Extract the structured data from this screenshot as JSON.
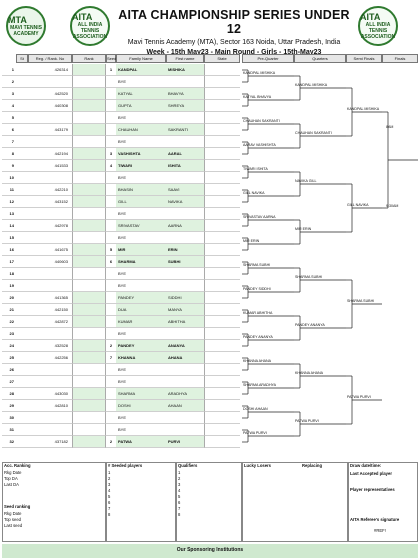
{
  "header": {
    "logo_left": "MTA",
    "logo_left_sub": "MAVI TENNIS ACADEMY",
    "logo_mid": "AITA",
    "logo_mid_sub": "ALL INDIA TENNIS ASSOCIATION",
    "logo_right": "AITA",
    "logo_right_sub": "ALL INDIA TENNIS ASSOCIATION",
    "title": "AITA CHAMPIONSHIP SERIES UNDER 12",
    "venue": "Mavi Tennis Academy (MTA), Sector 163 Noida, Uttar Pradesh, India",
    "subtitle": "Week - 15th May23 - Main Round - Girls - 15th-May23"
  },
  "columns": {
    "st": "St",
    "reg": "Reg. / Rank. No",
    "rank": "Rank",
    "seed": "Seed",
    "family": "Family Name",
    "first": "First name",
    "state": "State",
    "r1": "Pre-Quarter",
    "r2": "Quarters",
    "r3": "Semi Finals",
    "r4": "Finals"
  },
  "rows": [
    {
      "n": "1",
      "reg": "426314",
      "seed": "1",
      "family": "KANDPAL",
      "first": "MISHIKA"
    },
    {
      "n": "2",
      "reg": "",
      "seed": "",
      "family": "BYE",
      "first": ""
    },
    {
      "n": "3",
      "reg": "442520",
      "seed": "",
      "family": "KATYAL",
      "first": "BHAVYA"
    },
    {
      "n": "4",
      "reg": "440308",
      "seed": "",
      "family": "GUPTA",
      "first": "SHREYA"
    },
    {
      "n": "5",
      "reg": "",
      "seed": "",
      "family": "BYE",
      "first": ""
    },
    {
      "n": "6",
      "reg": "443179",
      "seed": "",
      "family": "CHAUHAN",
      "first": "SAKRANTI"
    },
    {
      "n": "7",
      "reg": "",
      "seed": "",
      "family": "BYE",
      "first": ""
    },
    {
      "n": "8",
      "reg": "442194",
      "seed": "3",
      "family": "VASHISHTA",
      "first": "AARAL"
    },
    {
      "n": "9",
      "reg": "441533",
      "seed": "4",
      "family": "TIWARI",
      "first": "ISHITA"
    },
    {
      "n": "10",
      "reg": "",
      "seed": "",
      "family": "BYE",
      "first": ""
    },
    {
      "n": "11",
      "reg": "442210",
      "seed": "",
      "family": "BHASIN",
      "first": "SAAVI"
    },
    {
      "n": "12",
      "reg": "443152",
      "seed": "",
      "family": "GILL",
      "first": "NAVIKA"
    },
    {
      "n": "13",
      "reg": "",
      "seed": "",
      "family": "BYE",
      "first": ""
    },
    {
      "n": "14",
      "reg": "442978",
      "seed": "",
      "family": "SRIVASTAV",
      "first": "AARNA"
    },
    {
      "n": "15",
      "reg": "",
      "seed": "",
      "family": "BYE",
      "first": ""
    },
    {
      "n": "16",
      "reg": "441675",
      "seed": "5",
      "family": "MIR",
      "first": "ERIN"
    },
    {
      "n": "17",
      "reg": "440603",
      "seed": "6",
      "family": "SHARMA",
      "first": "SUBHI"
    },
    {
      "n": "18",
      "reg": "",
      "seed": "",
      "family": "BYE",
      "first": ""
    },
    {
      "n": "19",
      "reg": "",
      "seed": "",
      "family": "BYE",
      "first": ""
    },
    {
      "n": "20",
      "reg": "441365",
      "seed": "",
      "family": "PANDEY",
      "first": "SIDDHI"
    },
    {
      "n": "21",
      "reg": "442150",
      "seed": "",
      "family": "DUA",
      "first": "MANYA"
    },
    {
      "n": "22",
      "reg": "442872",
      "seed": "",
      "family": "KUMAR",
      "first": "ABHITHA"
    },
    {
      "n": "23",
      "reg": "",
      "seed": "",
      "family": "BYE",
      "first": ""
    },
    {
      "n": "24",
      "reg": "432528",
      "seed": "2",
      "family": "PANDEY",
      "first": "ANANYA"
    },
    {
      "n": "25",
      "reg": "442256",
      "seed": "7",
      "family": "KHANNA",
      "first": "AHANA"
    },
    {
      "n": "26",
      "reg": "",
      "seed": "",
      "family": "BYE",
      "first": ""
    },
    {
      "n": "27",
      "reg": "",
      "seed": "",
      "family": "BYE",
      "first": ""
    },
    {
      "n": "28",
      "reg": "443030",
      "seed": "",
      "family": "SHARMA",
      "first": "ARADHYA"
    },
    {
      "n": "29",
      "reg": "442810",
      "seed": "",
      "family": "DOSHI",
      "first": "AHAAN"
    },
    {
      "n": "30",
      "reg": "",
      "seed": "",
      "family": "BYE",
      "first": ""
    },
    {
      "n": "31",
      "reg": "",
      "seed": "",
      "family": "BYE",
      "first": ""
    },
    {
      "n": "32",
      "reg": "437182",
      "seed": "2",
      "family": "PATWA",
      "first": "PURVI"
    }
  ],
  "r1_winners": [
    "KANDPAL MISHIKA",
    "KATYAL BHAVYA",
    "CHAUHAN SAKRANTI",
    "AARAV VASHISHTA",
    "TIWARI ISHITA",
    "GILL NAVIKA",
    "SRIVASTAV AARNA",
    "MIR ERIN",
    "SHARMA SUBHI",
    "PANDEY SIDDHI",
    "KUMAR ABHITHA",
    "PANDEY ANANYA",
    "KHANNA AHANA",
    "SHARMA ARADHYA",
    "DOSHI AHAAN",
    "PATWA PURVI"
  ],
  "r2_winners": [
    "KANDPAL MISHIKA",
    "CHAUHAN SAKRANTI",
    "NAVIKA GILL",
    "MIR ERIN",
    "SHARMA SUBHI",
    "PANDEY ANANYA",
    "KHANNA AHANA",
    "PATWA PURVI"
  ],
  "r3_winners": [
    "KANDPAL MISHIKA",
    "GILL NAVIKA",
    "SHARMA SUBHI",
    "PATWA PURVI"
  ],
  "r4_notes": [
    "8AM",
    "9:30AM"
  ],
  "footer": {
    "acc_ranking": "Acc. Ranking",
    "rkg_date": "Rkg Date",
    "top_da": "Top DA",
    "last_da": "Last DA",
    "seed_ranking": "Seed ranking",
    "rkg_date2": "Rkg Date",
    "top_seed": "Top seed",
    "last_seed": "Last seed",
    "seeded_header": "#  Seeded players",
    "qualifiers_header": "Qualifiers",
    "lucky_losers": "Lucky Losers",
    "replacing": "Replacing",
    "draw_date": "Draw date/time:",
    "last_accepted": "Last Accepted player",
    "player_reps": "Player representatives",
    "referee_sig": "AITA Referee's signature",
    "referee_name": "#REF!",
    "sponsor": "Our Sponsoring Institutions",
    "seed_nums": [
      "1",
      "2",
      "3",
      "4",
      "5",
      "6",
      "7",
      "8"
    ],
    "qual_nums": [
      "1",
      "2",
      "3",
      "4",
      "5",
      "6",
      "7",
      "8"
    ]
  }
}
